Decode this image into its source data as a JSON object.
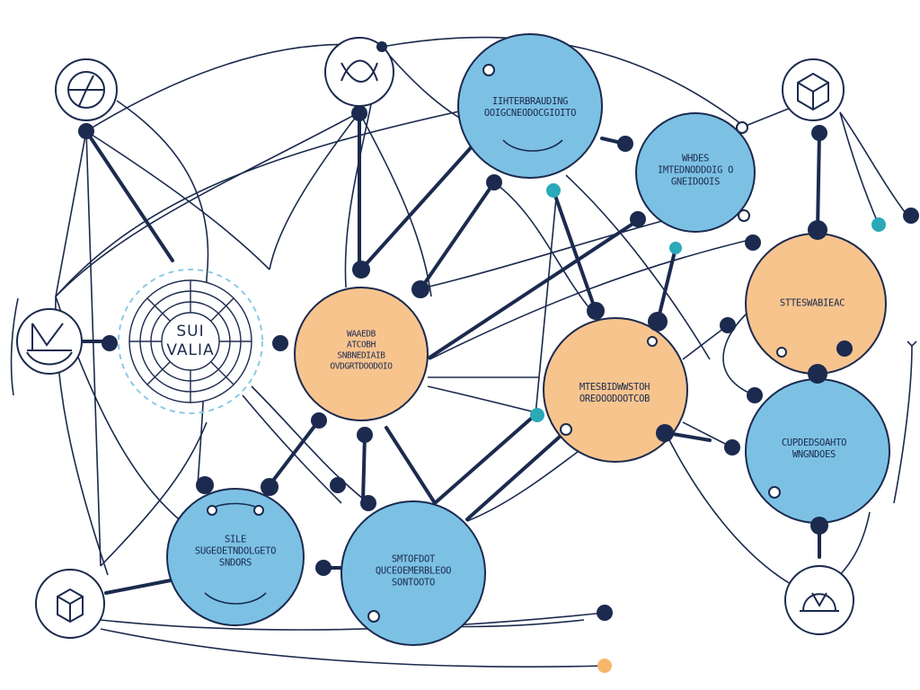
{
  "palette": {
    "line": "#1b2a4e",
    "blue_fill": "#7cc1e4",
    "orange_fill": "#f7c48e",
    "teal_dot": "#2aa9b8",
    "orange_dot": "#f5b86a",
    "dashed_ring": "#8cc9e6"
  },
  "nodes": {
    "sui_vala": {
      "lines": [
        "SUI",
        "VALIA"
      ]
    },
    "top_center": {
      "lines": [
        "IIHTERBRAUDING",
        "OOIGCNEODOCGIOITO"
      ]
    },
    "top_right": {
      "lines": [
        "WHDES",
        "IMTEDNODDOIG O",
        "GNEIDOOIS"
      ]
    },
    "center_orange": {
      "lines": [
        "WAAEDB",
        "ATCOBH",
        "SNBNEDIAIB",
        "OVDGRTDOODOIO"
      ]
    },
    "right_orange": {
      "lines": [
        "STTESWABIEAC"
      ]
    },
    "middle_orange": {
      "lines": [
        "MTESBIDWWSTOH",
        "OREOOODOOTCOB"
      ]
    },
    "right_blue": {
      "lines": [
        "CUPDEDSOAHTO",
        "WNGNDOES"
      ]
    },
    "bottom_left": {
      "lines": [
        "SILE",
        "SUGEOETNDOLGETO",
        "SNDORS"
      ]
    },
    "bottom_center": {
      "lines": [
        "SMTOFDOT",
        "QUCEOEMERBLEOO",
        "SONTOOTO"
      ]
    }
  },
  "icons": [
    "compass-icon",
    "globe-icon",
    "cube-icon",
    "chart-icon",
    "cube-small-icon",
    "helmet-icon"
  ]
}
